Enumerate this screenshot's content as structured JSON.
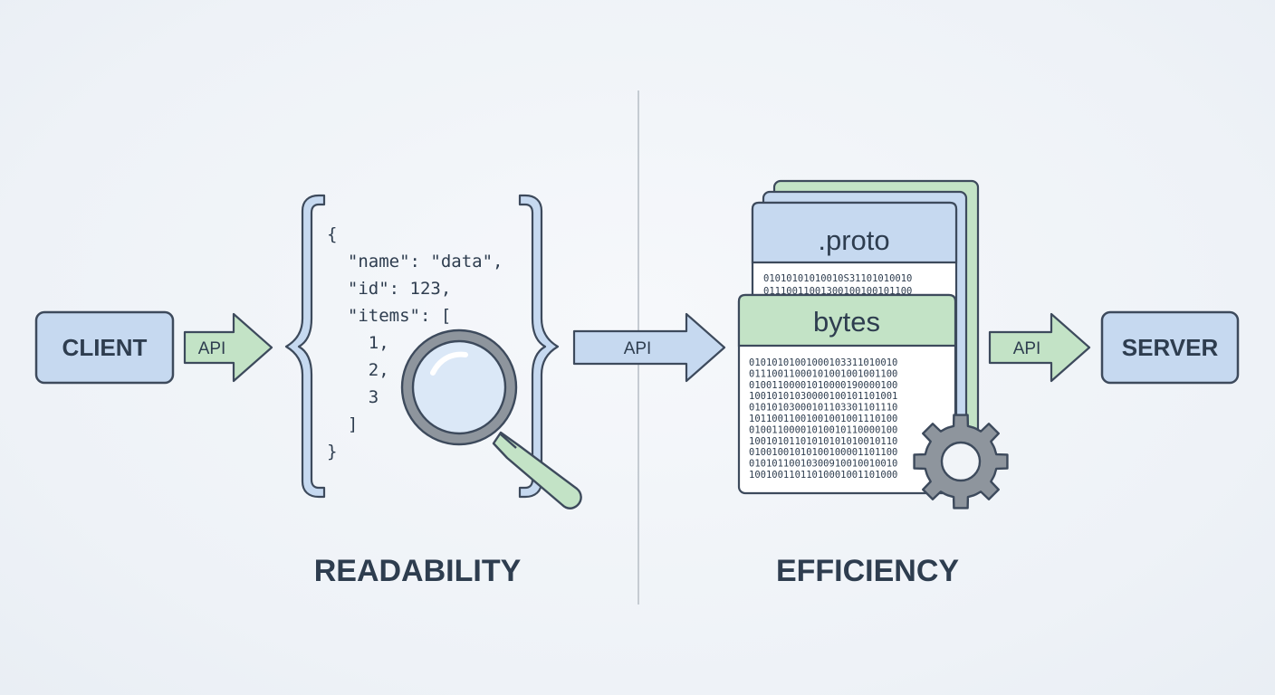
{
  "colors": {
    "outline": "#3d4a5c",
    "blue_fill": "#c6d9f0",
    "green_fill": "#c3e3c6",
    "gray_icon": "#8e959d",
    "divider": "#c5cbd2",
    "text": "#2e3d4f"
  },
  "nodes": {
    "client": "CLIENT",
    "server": "SERVER"
  },
  "arrows": {
    "client_to_json": "API",
    "json_to_proto": "API",
    "proto_to_server": "API"
  },
  "json_code": [
    "{",
    "  \"name\": \"data\",",
    "  \"id\": 123,",
    "  \"items\": [",
    "    1,",
    "    2,",
    "    3",
    "  ]",
    "}"
  ],
  "proto_card": {
    "title": ".proto",
    "binary": [
      "01010101010010S31101010010",
      "01110011001300100100101100"
    ]
  },
  "bytes_card": {
    "title": "bytes",
    "binary": [
      "01010101001000103311010010",
      "01110011000101001001001100",
      "01001100001010000190000100",
      "10010101030000100101101001",
      "01010103000101103301101110",
      "10110011001001001001110100",
      "01001100001010010110000100",
      "10010101101010101010010110",
      "01001001010100100001101100",
      "01010110010300910010010010",
      "10010011011010001001101000"
    ]
  },
  "labels": {
    "readability": "READABILITY",
    "efficiency": "EFFICIENCY"
  },
  "icons": [
    "magnifying-glass-icon",
    "gear-icon"
  ]
}
